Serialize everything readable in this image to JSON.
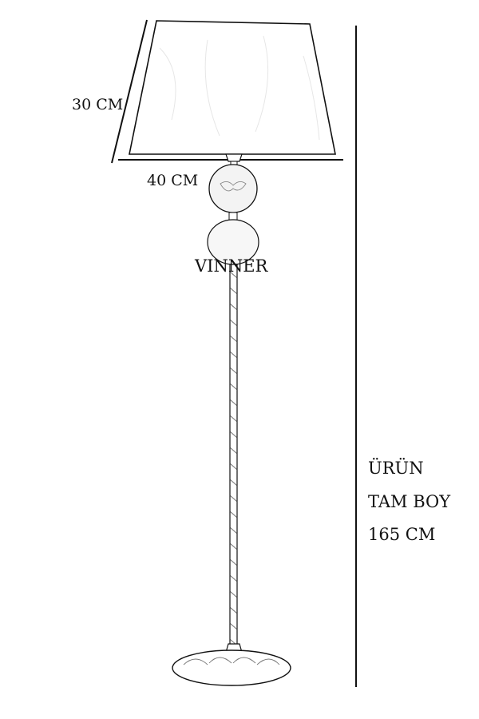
{
  "labels": {
    "shade_height": "30 CM",
    "shade_width": "40 CM",
    "product_name": "VINNER",
    "total_height_line1": "ÜRÜN",
    "total_height_line2": "TAM BOY",
    "total_height_line3": "165 CM"
  },
  "colors": {
    "ink": "#111111",
    "background": "#ffffff",
    "glass_tint": "#f3f3f3"
  }
}
